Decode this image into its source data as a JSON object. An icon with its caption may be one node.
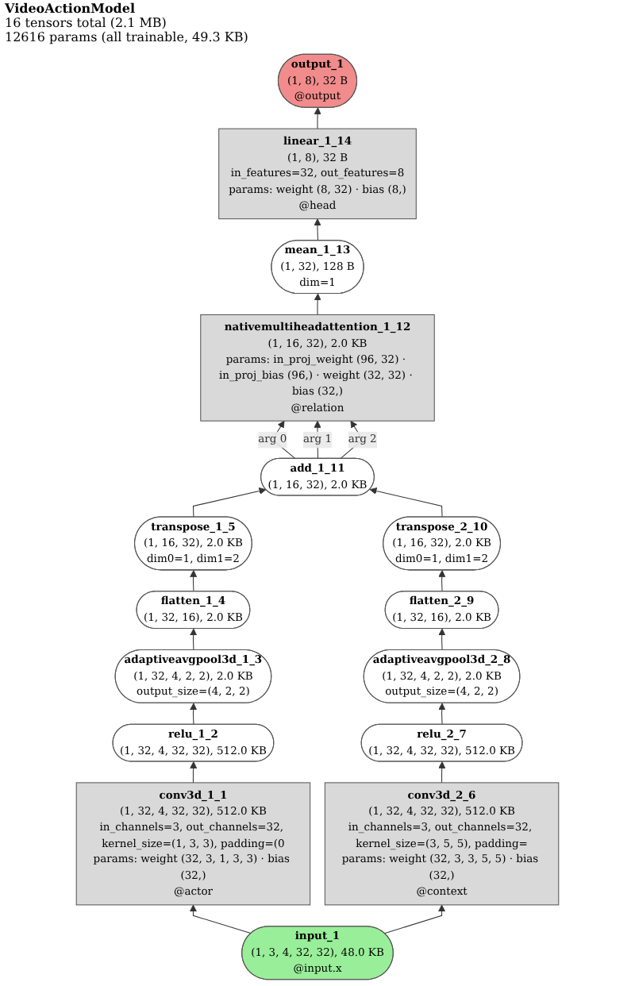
{
  "diagram": {
    "title": "VideoActionModel",
    "nodes": [
      {
        "text": [
          "output_1",
          "(1, 8), 32 B",
          "@output"
        ]
      },
      {
        "text": [
          "linear_1_14",
          "(1, 8), 32 B",
          "in_features=32, out_features=8",
          "params: weight (8, 32) · bias (8,)",
          "@head"
        ]
      },
      {
        "text": [
          "mean_1_13",
          "(1, 32), 128 B",
          "dim=1"
        ]
      },
      {
        "text": [
          "nativemultiheadattention_1_12",
          "(1, 16, 32), 2.0 KB",
          "params: in_proj_weight (96, 32) · in_proj_bias (96,) · weight (32, 32) · bias (32,)",
          "@relation"
        ]
      },
      {
        "text": [
          "add_1_11",
          "(1, 16, 32), 2.0 KB"
        ]
      },
      {
        "text": [
          "transpose_1_5",
          "(1, 16, 32), 2.0 KB",
          "dim0=1, dim1=2"
        ]
      },
      {
        "text": [
          "transpose_2_10",
          "(1, 16, 32), 2.0 KB",
          "dim0=1, dim1=2"
        ]
      },
      {
        "text": [
          "flatten_1_4",
          "(1, 32, 16), 2.0 KB"
        ]
      },
      {
        "text": [
          "flatten_2_9",
          "(1, 32, 16), 2.0 KB"
        ]
      },
      {
        "text": [
          "adaptiveavgpool3d_1_3",
          "(1, 32, 4, 2, 2), 2.0 KB",
          "output_size=(4, 2, 2)"
        ]
      },
      {
        "text": [
          "adaptiveavgpool3d_2_8",
          "(1, 32, 4, 2, 2), 2.0 KB",
          "output_size=(4, 2, 2)"
        ]
      },
      {
        "text": [
          "relu_1_2",
          "(1, 32, 4, 32, 32), 512.0 KB"
        ]
      },
      {
        "text": [
          "relu_2_7",
          "(1, 32, 4, 32, 32), 512.0 KB"
        ]
      },
      {
        "text": [
          "conv3d_1_1",
          "(1, 32, 4, 32, 32), 512.0 KB",
          "in_channels=3, out_channels=32, kernel_size=(1, 3, 3), padding=(0",
          "params: weight (32, 3, 1, 3, 3) · bias (32,)",
          "@actor"
        ]
      },
      {
        "text": [
          "conv3d_2_6",
          "(1, 32, 4, 32, 32), 512.0 KB",
          "in_channels=3, out_channels=32, kernel_size=(3, 5, 5), padding=",
          "params: weight (32, 3, 3, 5, 5) · bias (32,)",
          "@context"
        ]
      },
      {
        "text": [
          "input_1",
          "(1, 3, 4, 32, 32), 48.0 KB",
          "@input.x"
        ]
      }
    ],
    "edges": [
      {
        "from": 1,
        "to": 0,
        "arrow": "to"
      },
      {
        "from": 2,
        "to": 1,
        "arrow": "to"
      },
      {
        "from": 3,
        "to": 2,
        "arrow": "to"
      },
      {
        "from": 4,
        "to": 3,
        "arrow": "to",
        "label": "arg 0"
      },
      {
        "from": 4,
        "to": 3,
        "arrow": "to",
        "label": "arg 1"
      },
      {
        "from": 4,
        "to": 3,
        "arrow": "to",
        "label": "arg 2"
      },
      {
        "from": 5,
        "to": 4,
        "arrow": "to"
      },
      {
        "from": 6,
        "to": 4,
        "arrow": "to"
      },
      {
        "from": 7,
        "to": 5,
        "arrow": "to"
      },
      {
        "from": 8,
        "to": 6,
        "arrow": "to"
      },
      {
        "from": 9,
        "to": 7,
        "arrow": "to"
      },
      {
        "from": 10,
        "to": 8,
        "arrow": "to"
      },
      {
        "from": 11,
        "to": 9,
        "arrow": "to"
      },
      {
        "from": 12,
        "to": 10,
        "arrow": "to"
      },
      {
        "from": 13,
        "to": 11,
        "arrow": "to"
      },
      {
        "from": 14,
        "to": 12,
        "arrow": "to"
      },
      {
        "from": 15,
        "to": 13,
        "arrow": "to"
      },
      {
        "from": 15,
        "to": 14,
        "arrow": "to"
      }
    ],
    "labels": [
      "16 tensors total (2.1 MB)",
      "12616 params (all trainable, 49.3 KB)"
    ]
  }
}
